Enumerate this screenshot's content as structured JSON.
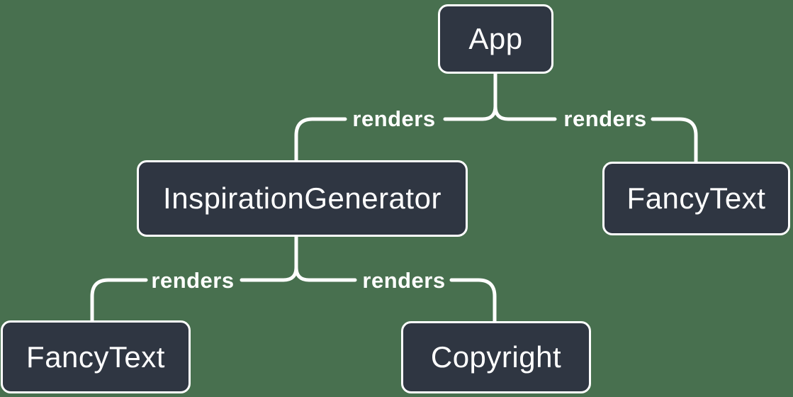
{
  "diagram": {
    "type": "component-render-tree",
    "colors": {
      "background": "#48704f",
      "node_fill": "#2f3642",
      "node_border": "#ffffff",
      "connector": "#ffffff",
      "text": "#ffffff"
    },
    "nodes": [
      {
        "id": "app",
        "label": "App"
      },
      {
        "id": "inspiration-generator",
        "label": "InspirationGenerator"
      },
      {
        "id": "fancy-text-right",
        "label": "FancyText"
      },
      {
        "id": "fancy-text-left",
        "label": "FancyText"
      },
      {
        "id": "copyright",
        "label": "Copyright"
      }
    ],
    "edges": [
      {
        "from": "App",
        "to": "InspirationGenerator",
        "label": "renders"
      },
      {
        "from": "App",
        "to": "FancyText",
        "label": "renders"
      },
      {
        "from": "InspirationGenerator",
        "to": "FancyText",
        "label": "renders"
      },
      {
        "from": "InspirationGenerator",
        "to": "Copyright",
        "label": "renders"
      }
    ]
  }
}
